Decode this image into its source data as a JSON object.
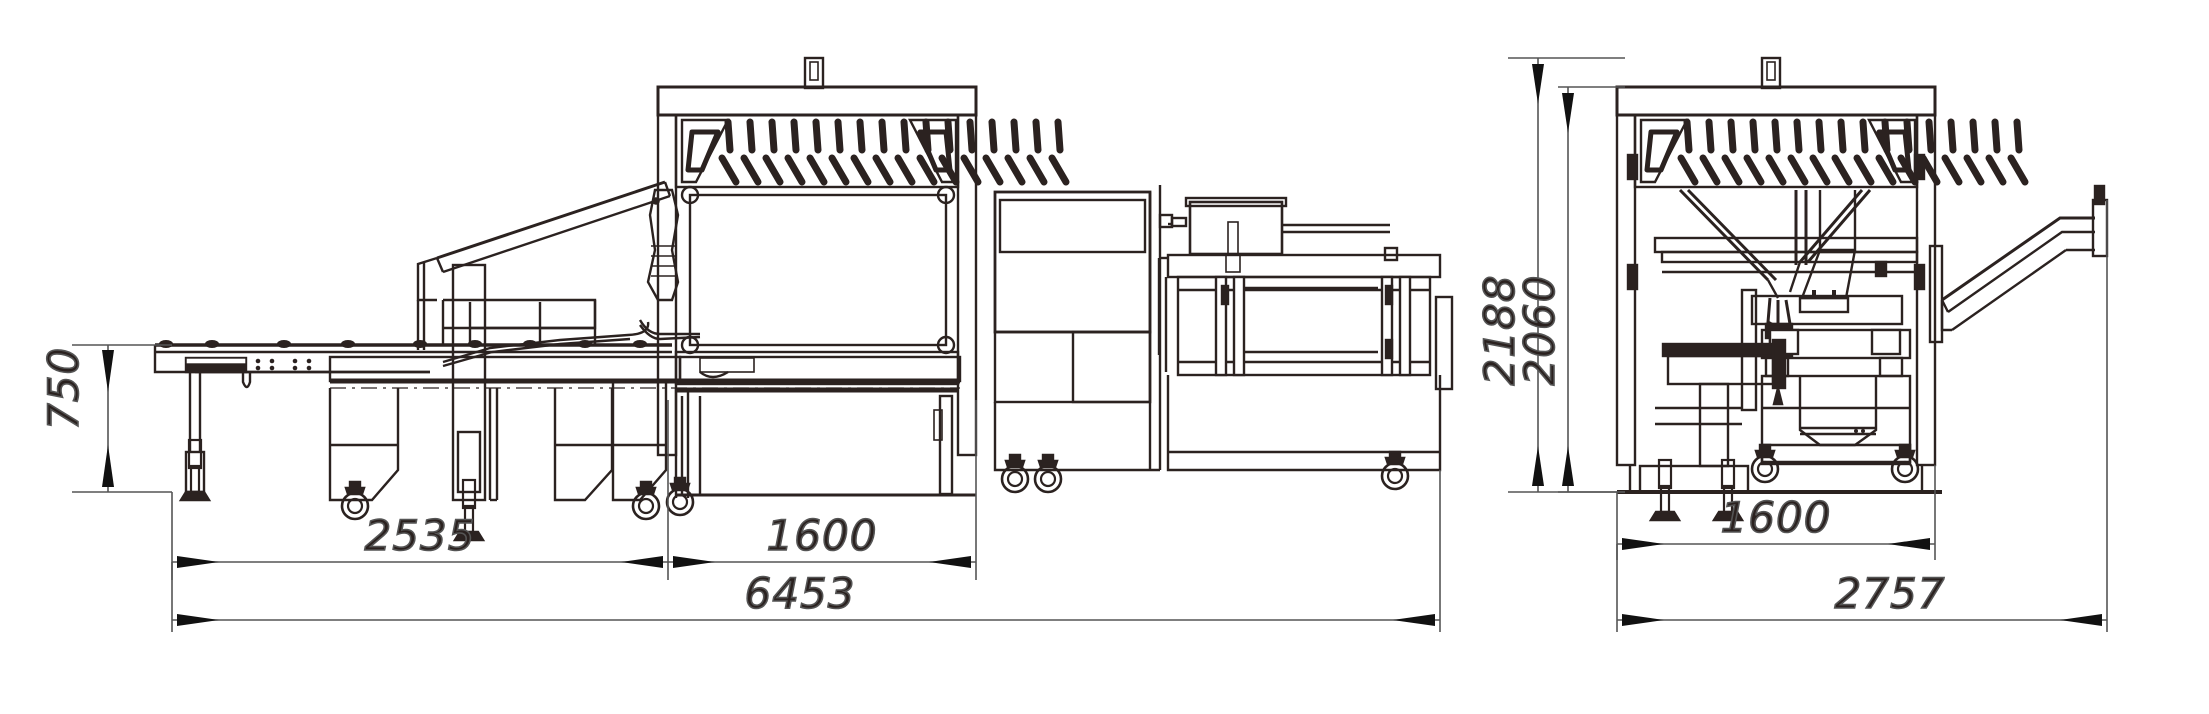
{
  "drawing": {
    "type": "engineering-dimensioned-drawing",
    "subject": "delta-robot pick-and-place packaging line",
    "views": [
      {
        "id": "side-view",
        "name": "Side elevation"
      },
      {
        "id": "front-view",
        "name": "Front / end elevation"
      }
    ],
    "line_color": "#2b2220",
    "dimension_line_color": "#555555",
    "background": "#ffffff"
  },
  "dimensions": {
    "side_view": [
      {
        "name": "height-750",
        "value": "750",
        "orientation": "vertical",
        "unit_implied": "mm"
      },
      {
        "name": "length-2535",
        "value": "2535",
        "orientation": "horizontal",
        "unit_implied": "mm"
      },
      {
        "name": "length-1600",
        "value": "1600",
        "orientation": "horizontal",
        "unit_implied": "mm"
      },
      {
        "name": "overall-6453",
        "value": "6453",
        "orientation": "horizontal",
        "unit_implied": "mm"
      }
    ],
    "front_view": [
      {
        "name": "height-2188",
        "value": "2188",
        "orientation": "vertical",
        "unit_implied": "mm"
      },
      {
        "name": "height-2060",
        "value": "2060",
        "orientation": "vertical",
        "unit_implied": "mm"
      },
      {
        "name": "width-1600",
        "value": "1600",
        "orientation": "horizontal",
        "unit_implied": "mm"
      },
      {
        "name": "overall-2757",
        "value": "2757",
        "orientation": "horizontal",
        "unit_implied": "mm"
      }
    ]
  },
  "labels": {
    "d750": "750",
    "d2535": "2535",
    "d1600_side": "1600",
    "d6453": "6453",
    "d2188": "2188",
    "d2060": "2060",
    "d1600_front": "1600",
    "d2757": "2757"
  }
}
